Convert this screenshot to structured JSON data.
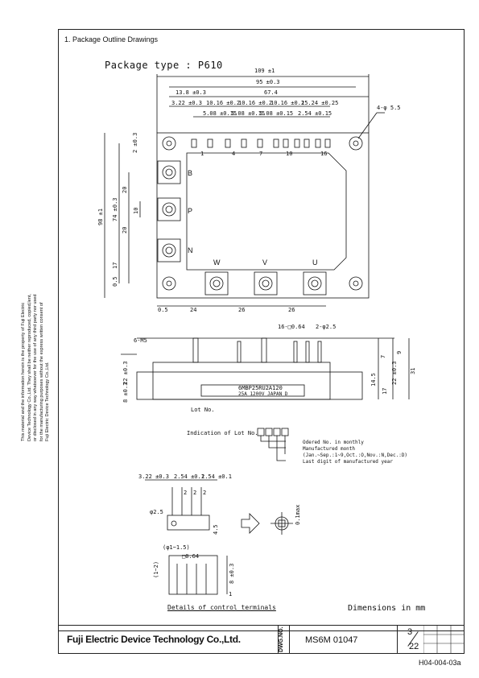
{
  "header": {
    "section_title": "1. Package Outline Drawings",
    "package_type": "Package type  :  P610"
  },
  "confidential_note": [
    "This material and the information herein is the property of Fuji Electric",
    "Device Technology Co.,Ltd. They shall be neither reproduced, copied,lent,",
    "or disclosed in any way whatsoever for the use of any third party nor used",
    "for the manufacturing purposes without the express written consent of",
    "Fuji Electric Device Technology Co.,Ltd."
  ],
  "top_view": {
    "overall_width": "109 ±1",
    "mount_pitch": "95 ±0.3",
    "dim_13_8": "13.8 ±0.3",
    "dim_67_4": "67.4",
    "pin_offset": "3.22 ±0.3",
    "pitch_a": "10.16 ±0.2",
    "pitch_b": "10.16 ±0.2",
    "pitch_c": "10.16 ±0.2",
    "pitch_d": "15.24 ±0.25",
    "sub_a": "5.08 ±0.15",
    "sub_b": "5.08 ±0.15",
    "sub_c": "5.08 ±0.15",
    "sub_d": "2.54 ±0.15",
    "hole_callout": "4-φ 5.5",
    "pin_numbers": [
      "1",
      "4",
      "7",
      "10",
      "16"
    ],
    "side_left_2": "2 ±0.3",
    "height_overall": "98 ±1",
    "height_74": "74 ±0.3",
    "v20a": "20",
    "v10": "10",
    "v20b": "20",
    "v17": "17",
    "v05": "0.5",
    "terminal_B": "B",
    "terminal_P": "P",
    "terminal_N": "N",
    "terminal_W": "W",
    "terminal_V": "V",
    "terminal_U": "U",
    "bottom_05": "0.5",
    "bottom_24": "24",
    "bottom_26a": "26",
    "bottom_26b": "26"
  },
  "side_view": {
    "screw": "6-M5",
    "pin_callout": "16-□0.64",
    "pin_dia": "2-φ2.5",
    "h7": "7",
    "h9": "9",
    "h14_5": "14.5",
    "h17": "17",
    "h22": "22 ±0.3",
    "h31": "31",
    "left_22": "22 ±0.3",
    "left_8": "8 ±0.3",
    "part_no": "6MBP25RU2A120",
    "rating": "25A 1200V  JAPAN  D",
    "lot_label": "Lot No."
  },
  "lot_indication": {
    "title": "Indication of Lot No.",
    "ordered": "Odered No. in monthly",
    "month": "Manufactured month",
    "month_codes": "(Jan.~Sep.:1~9,Oct.:O,Nov.:N,Dec.:D)",
    "year": "Last digit of manufactured year"
  },
  "control_terminals": {
    "dim_322": "3.22 ±0.3",
    "dim_254a": "2.54 ±0.1",
    "dim_254b": "2.54 ±0.1",
    "two_a": "2",
    "two_b": "2",
    "two_c": "2",
    "phi": "φ2.5",
    "h45": "4.5",
    "max": "0.1max",
    "pin_dim1": "(φ1~1.5)",
    "pin_dim2": "□0.64",
    "pin_dim3": "(1~2)",
    "pin_dim4": "8 ±0.3",
    "pin_dim5": "1",
    "title": "Details of control terminals"
  },
  "units": "Dimensions in mm",
  "title_block": {
    "company": "Fuji Electric Device Technology Co.,Ltd.",
    "dwg_label": "DWG.NO.",
    "dwg_no": "MS6M 01047",
    "page": "3",
    "total": "22"
  },
  "footer_code": "H04-004-03a"
}
